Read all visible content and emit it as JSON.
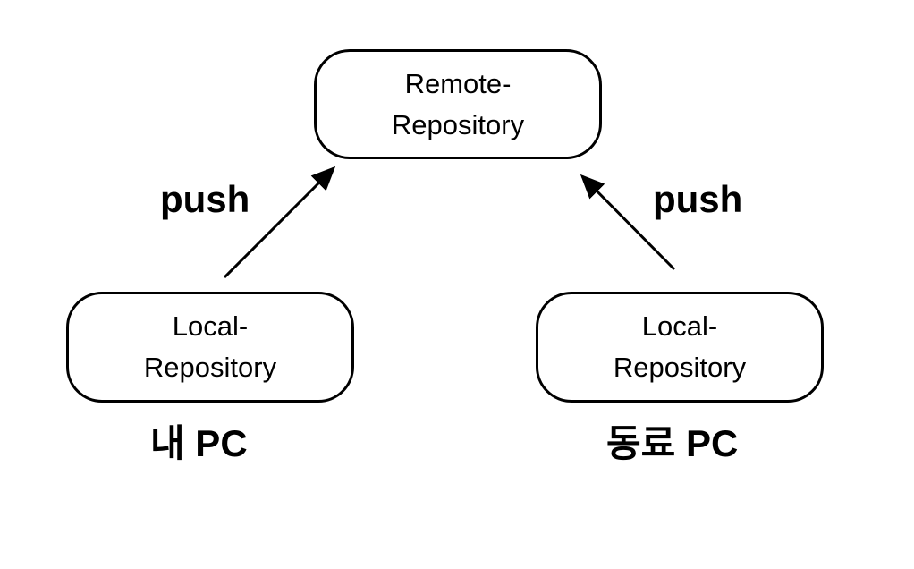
{
  "nodes": {
    "remote": {
      "line1": "Remote-",
      "line2": "Repository"
    },
    "local_left": {
      "line1": "Local-",
      "line2": "Repository"
    },
    "local_right": {
      "line1": "Local-",
      "line2": "Repository"
    }
  },
  "edges": {
    "left": {
      "label": "push",
      "from": "local_left",
      "to": "remote"
    },
    "right": {
      "label": "push",
      "from": "local_right",
      "to": "remote"
    }
  },
  "captions": {
    "left": "내 PC",
    "right": "동료 PC"
  },
  "colors": {
    "stroke": "#000000",
    "background": "#ffffff"
  }
}
